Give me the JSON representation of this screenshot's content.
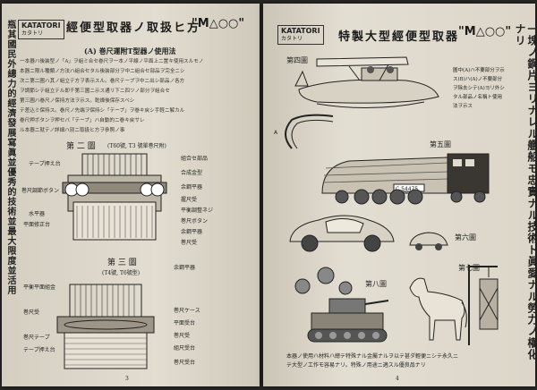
{
  "left_page": {
    "margin_text": "瓶其國民外總力的經濟發展寫眞並優秀的技術並最大限度並活用",
    "logo": {
      "main": "KATATORI",
      "sub": "カタトリ"
    },
    "title": "經便型取器ノ取扱ヒ方",
    "mark": "\"M△○○\"",
    "section_title": "(A) 巻尺運附T型器ノ使用法",
    "paragraph_lines": [
      "一本器ハ後装型ノ「A」ヲ組ミ合セ巻尺ヲ一本ノ平線ノ平面上ニ置キ使用スルモノ",
      "本器ニ限ル種類ノ方法ハ組合セタル後装部分ヲ中ニ組合セ部品ヲ完全ニシ",
      "次ニ第二圖ハ其ノ組立テ方ヲ表示スル。巻尺テープヲ中ニ出シ部品ノ各方",
      "ヲ調節シテ組立テル即チ第三圖ニ示ス通リ下ニ四ツノ部分ヲ組合セ",
      "第三圖ハ巻尺ノ保持方法ヲ示ス。乾燥後保存スベシ",
      "テ差込ミ保持ス。巻尺ノ先端ヲ保持シ「テープ」ヲ巻キ戻シ手軽ニ解カル",
      "巻尺押ボタンヲ押セバ「テープ」ハ自動的ニ巻キ戻サレ",
      "ル本器ニ就テノ詳細ハ別ニ取扱ヒ方ヲ參照ノ事"
    ],
    "fig2": {
      "caption": "第 二 圖",
      "sub": "(T60號, T3 號單巻尺附)",
      "labels": [
        "テープ押え台",
        "組合セ部品",
        "合成金型",
        "巻尺調節ボタン",
        "水平器",
        "平面修正台",
        "余鋼平器",
        "握尺受",
        "平衡調整ネジ",
        "巻尺ボタン",
        "余鋼平器",
        "巻尺受"
      ]
    },
    "fig3": {
      "caption": "第 三 圖",
      "sub": "(T4號, T6號型)",
      "labels": [
        "余鋼平器",
        "平衡平面組金",
        "巻尺受",
        "巻尺テープ",
        "テープ押え台",
        "巻尺ケース",
        "平面受台",
        "巻尺受",
        "組尺受台",
        "巻尺受台"
      ]
    },
    "page_number": "3"
  },
  "right_page": {
    "logo": {
      "main": "KATATORI",
      "sub": "カタトリ"
    },
    "title": "特製大型經便型取器",
    "mark": "\"M△○○\"",
    "margin_text": "一塊ノ鋼片ヨリナレル艦船モ忠實ナル技術ト眞愛ナル勞力ノ權化ナリ",
    "fig4": {
      "caption": "第四圖",
      "note": "圖中(A)ハ不要部分ヲ示ス(B)ハ(A)ノ不要部分ヲ除去シテ(A)ヨリ外シタル部品ノ名稱ト使用法ヲ示ス"
    },
    "fig5": {
      "caption": "第五圖",
      "loco_number": "C 54475"
    },
    "fig6": {
      "caption": "第六圖"
    },
    "fig7": {
      "caption": "第七圖"
    },
    "fig8": {
      "caption": "第八圖"
    },
    "footer_lines": [
      "本器ノ使用ハ材料ハ總テ特殊ナル金屬ナルヲ以テ甚ダ輕便ニシテ永久ニ",
      "テ大型ノ工作モ容易ナリ。特殊ノ用途ニ適スル優良品ナリ"
    ],
    "page_number": "4"
  }
}
